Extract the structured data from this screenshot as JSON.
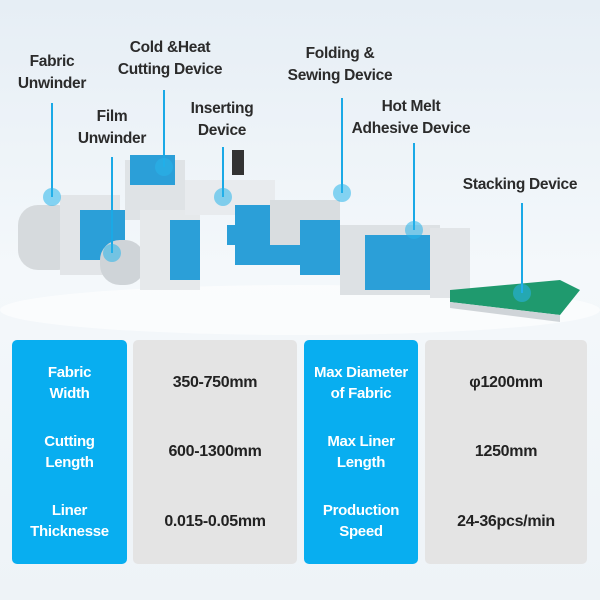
{
  "callouts": [
    {
      "line1": "Fabric",
      "line2": "Unwinder"
    },
    {
      "line1": "Cold &Heat",
      "line2": "Cutting Device"
    },
    {
      "line1": "Film",
      "line2": "Unwinder"
    },
    {
      "line1": "Inserting",
      "line2": "Device"
    },
    {
      "line1": "Folding &",
      "line2": "Sewing Device"
    },
    {
      "line1": "Hot Melt",
      "line2": "Adhesive Device"
    },
    {
      "line1": "Stacking Device"
    }
  ],
  "specs": {
    "left": [
      {
        "label": "Fabric Width",
        "value": "350-750mm"
      },
      {
        "label": "Cutting Length",
        "value": "600-1300mm"
      },
      {
        "label": "Liner Thicknesse",
        "value": "0.015-0.05mm"
      }
    ],
    "right": [
      {
        "label": "Max Diameter of Fabric",
        "value": "φ1200mm"
      },
      {
        "label": "Max Liner Length",
        "value": "1250mm"
      },
      {
        "label": "Production Speed",
        "value": "24-36pcs/min"
      }
    ]
  },
  "colors": {
    "accent": "#08aef0",
    "cell_bg": "#e4e4e4",
    "conveyor": "#1f9a6e"
  }
}
